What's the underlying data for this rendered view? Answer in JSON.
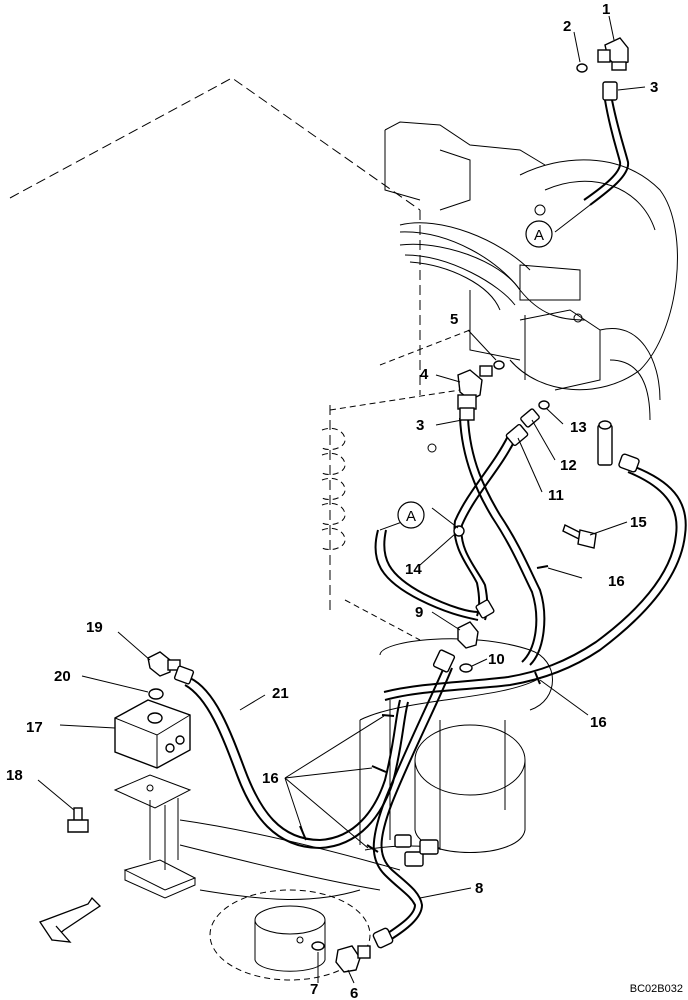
{
  "diagram": {
    "reference_code": "BC02B032",
    "bubbles": [
      {
        "id": "bubble-a-top",
        "label": "A"
      },
      {
        "id": "bubble-a-mid",
        "label": "A"
      }
    ],
    "callouts": [
      {
        "id": "callout-1",
        "label": "1"
      },
      {
        "id": "callout-2",
        "label": "2"
      },
      {
        "id": "callout-3-top",
        "label": "3"
      },
      {
        "id": "callout-3-mid",
        "label": "3"
      },
      {
        "id": "callout-4",
        "label": "4"
      },
      {
        "id": "callout-5",
        "label": "5"
      },
      {
        "id": "callout-6",
        "label": "6"
      },
      {
        "id": "callout-7",
        "label": "7"
      },
      {
        "id": "callout-8",
        "label": "8"
      },
      {
        "id": "callout-9",
        "label": "9"
      },
      {
        "id": "callout-10",
        "label": "10"
      },
      {
        "id": "callout-11",
        "label": "11"
      },
      {
        "id": "callout-12",
        "label": "12"
      },
      {
        "id": "callout-13",
        "label": "13"
      },
      {
        "id": "callout-14",
        "label": "14"
      },
      {
        "id": "callout-15",
        "label": "15"
      },
      {
        "id": "callout-16-a",
        "label": "16"
      },
      {
        "id": "callout-16-b",
        "label": "16"
      },
      {
        "id": "callout-16-c",
        "label": "16"
      },
      {
        "id": "callout-17",
        "label": "17"
      },
      {
        "id": "callout-18",
        "label": "18"
      },
      {
        "id": "callout-19",
        "label": "19"
      },
      {
        "id": "callout-20",
        "label": "20"
      },
      {
        "id": "callout-21",
        "label": "21"
      }
    ]
  }
}
